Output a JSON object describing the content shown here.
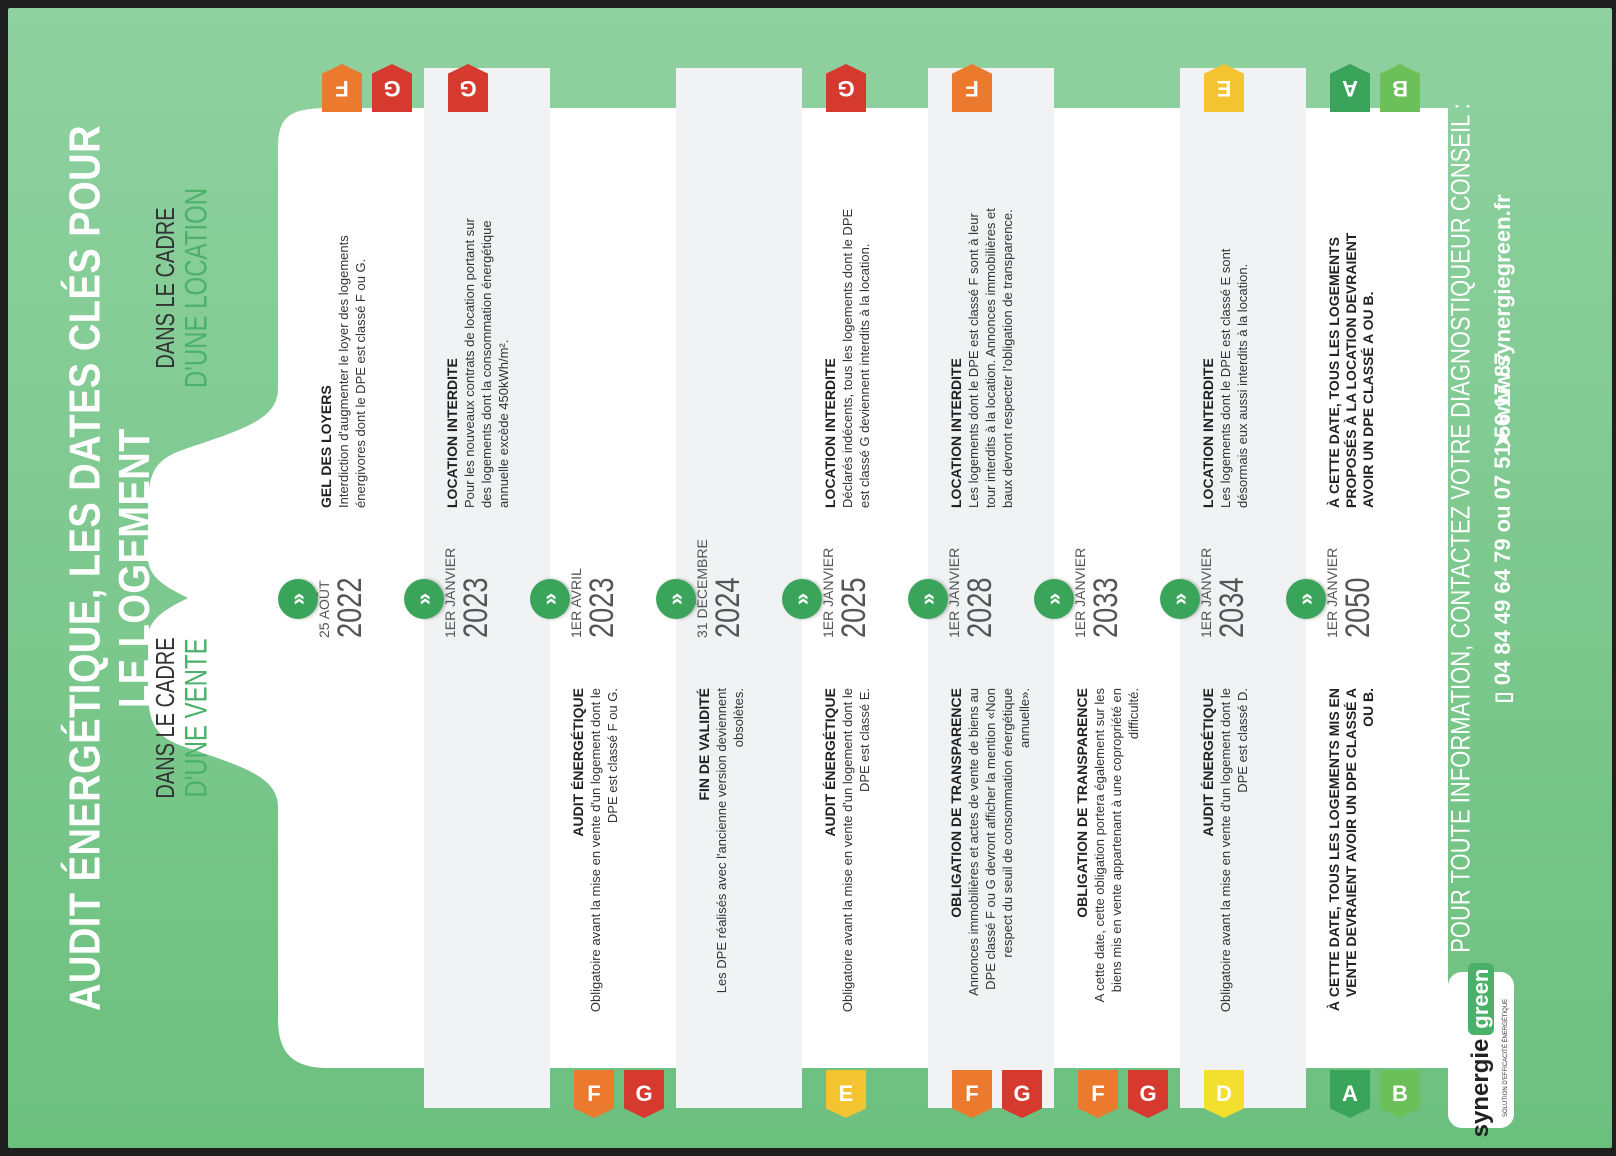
{
  "title": {
    "part1": "AUDIT ÉNERGÉTIQUE,",
    "part2": "LES DATES CLÉS",
    "part3": "POUR LE LOGEMENT"
  },
  "headers": {
    "vente_top": "DANS LE CADRE",
    "vente_sub": "D'UNE VENTE",
    "loc_top": "DANS LE CADRE",
    "loc_sub": "D'UNE LOCATION"
  },
  "chevron_glyph": "»",
  "colors": {
    "A": "#3aa55a",
    "B": "#6cc05a",
    "D": "#f2df2e",
    "E": "#f4c430",
    "F": "#ec7a2e",
    "G": "#d63a2e",
    "accent": "#4bb06a"
  },
  "rows": [
    {
      "day": "25 AOÛT",
      "year": "2022",
      "vente_title": "",
      "vente_text": "",
      "vente_tags": [],
      "loc_title": "GEL DES LOYERS",
      "loc_text": "Interdiction d'augmenter le loyer des logements énergivores dont le DPE est classé F ou G.",
      "loc_tags": [
        "F",
        "G"
      ]
    },
    {
      "day": "1ER JANVIER",
      "year": "2023",
      "vente_title": "",
      "vente_text": "",
      "vente_tags": [],
      "loc_title": "LOCATION INTERDITE",
      "loc_text": "Pour les nouveaux contrats de location portant sur des logements dont la consommation énergétique annuelle excède 450kWh/m².",
      "loc_tags": [
        "G"
      ]
    },
    {
      "day": "1ER AVRIL",
      "year": "2023",
      "vente_title": "AUDIT ÉNERGÉTIQUE",
      "vente_text": "Obligatoire avant la mise en vente d'un logement dont le DPE est classé F ou G.",
      "vente_tags": [
        "F",
        "G"
      ],
      "loc_title": "",
      "loc_text": "",
      "loc_tags": []
    },
    {
      "day": "31 DÉCEMBRE",
      "year": "2024",
      "vente_title": "FIN DE VALIDITÉ",
      "vente_text": "Les DPE réalisés avec l'ancienne version deviennent obsolètes.",
      "vente_tags": [],
      "loc_title": "",
      "loc_text": "",
      "loc_tags": []
    },
    {
      "day": "1ER JANVIER",
      "year": "2025",
      "vente_title": "AUDIT ÉNERGÉTIQUE",
      "vente_text": "Obligatoire avant la mise en vente d'un logement dont le DPE est classé E.",
      "vente_tags": [
        "E"
      ],
      "loc_title": "LOCATION INTERDITE",
      "loc_text": "Déclarés indécents, tous les logements dont le DPE est classé G deviennent interdits à la location.",
      "loc_tags": [
        "G"
      ]
    },
    {
      "day": "1ER JANVIER",
      "year": "2028",
      "vente_title": "OBLIGATION DE TRANSPARENCE",
      "vente_text": "Annonces immobilières et actes de vente de biens au DPE classé F ou G devront afficher la mention «Non respect du seuil de consommation énergétique annuelle».",
      "vente_tags": [
        "F",
        "G"
      ],
      "loc_title": "LOCATION INTERDITE",
      "loc_text": "Les logements dont le DPE est classé F sont à leur tour interdits à la location. Annonces immobilières et baux devront respecter l'obligation de transparence.",
      "loc_tags": [
        "F"
      ]
    },
    {
      "day": "1ER JANVIER",
      "year": "2033",
      "vente_title": "OBLIGATION DE TRANSPARENCE",
      "vente_text": "A cette date, cette obligation portera également sur les biens mis en vente appartenant à une copropriété en difficulté.",
      "vente_tags": [
        "F",
        "G"
      ],
      "loc_title": "",
      "loc_text": "",
      "loc_tags": []
    },
    {
      "day": "1ER JANVIER",
      "year": "2034",
      "vente_title": "AUDIT ÉNERGÉTIQUE",
      "vente_text": "Obligatoire avant la mise en vente d'un logement dont le DPE est classé D.",
      "vente_tags": [
        "D"
      ],
      "loc_title": "LOCATION INTERDITE",
      "loc_text": "Les logements dont le DPE est classé E sont désormais eux aussi interdits à la location.",
      "loc_tags": [
        "E"
      ]
    },
    {
      "day": "1ER JANVIER",
      "year": "2050",
      "vente_title": "À CETTE DATE, TOUS LES LOGEMENTS MIS EN VENTE DEVRAIENT AVOIR UN DPE CLASSÉ A OU B.",
      "vente_text": "",
      "vente_tags": [
        "A",
        "B"
      ],
      "loc_title": "À CETTE DATE, TOUS LES LOGEMENTS PROPOSÉS À LA LOCATION DEVRAIENT AVOIR UN DPE CLASSÉ A OU B.",
      "loc_text": "",
      "loc_tags": [
        "A",
        "B"
      ]
    }
  ],
  "footer": {
    "info": "POUR TOUTE INFORMATION, CONTACTEZ VOTRE DIAGNOSTIQUEUR CONSEIL :",
    "phone": "04 84 49 64 79 ou 07 51 56 17 87",
    "website": "www.synergiegreen.fr",
    "logo_brand": "synergie",
    "logo_green": "green",
    "logo_tagline": "SOLUTION D'EFFICACITÉ ÉNERGÉTIQUE"
  }
}
